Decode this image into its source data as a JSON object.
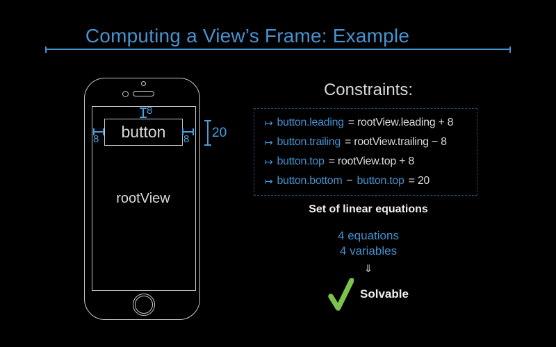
{
  "slide": {
    "title": "Computing a View’s Frame: Example"
  },
  "colors": {
    "background": "#000000",
    "accent_blue": "#4793D1",
    "measure_blue": "#459FE0",
    "constraint_term_blue": "#4590CD",
    "text_light": "#D9D9D9",
    "text_white": "#EFEFEF",
    "green_check": "#7CC24E",
    "box_border": "#2E5478",
    "phone_stroke": "#C9C9C9"
  },
  "phone_diagram": {
    "button_label": "button",
    "rootview_label": "rootView",
    "measure_top": "8",
    "measure_leading": "8",
    "measure_trailing": "8",
    "measure_height": "20"
  },
  "constraints": {
    "heading": "Constraints:",
    "lines": [
      {
        "arrow": "↦",
        "blue1": "button.leading",
        "gray1": "= rootView.leading + 8"
      },
      {
        "arrow": "↦",
        "blue1": "button.trailing",
        "gray1": "= rootView.trailing − 8"
      },
      {
        "arrow": "↦",
        "blue1": "button.top",
        "gray1": "= rootView.top + 8"
      },
      {
        "arrow": "↦",
        "blue1": "button.bottom",
        "gray1": "−",
        "blue2": "button.top",
        "gray2": "= 20"
      }
    ]
  },
  "summary": {
    "set_label": "Set of linear equations",
    "equations_count": "4 equations",
    "variables_count": "4 variables",
    "implies_arrow": "⇓",
    "check_icon": "green-checkmark",
    "result_label": "Solvable"
  }
}
